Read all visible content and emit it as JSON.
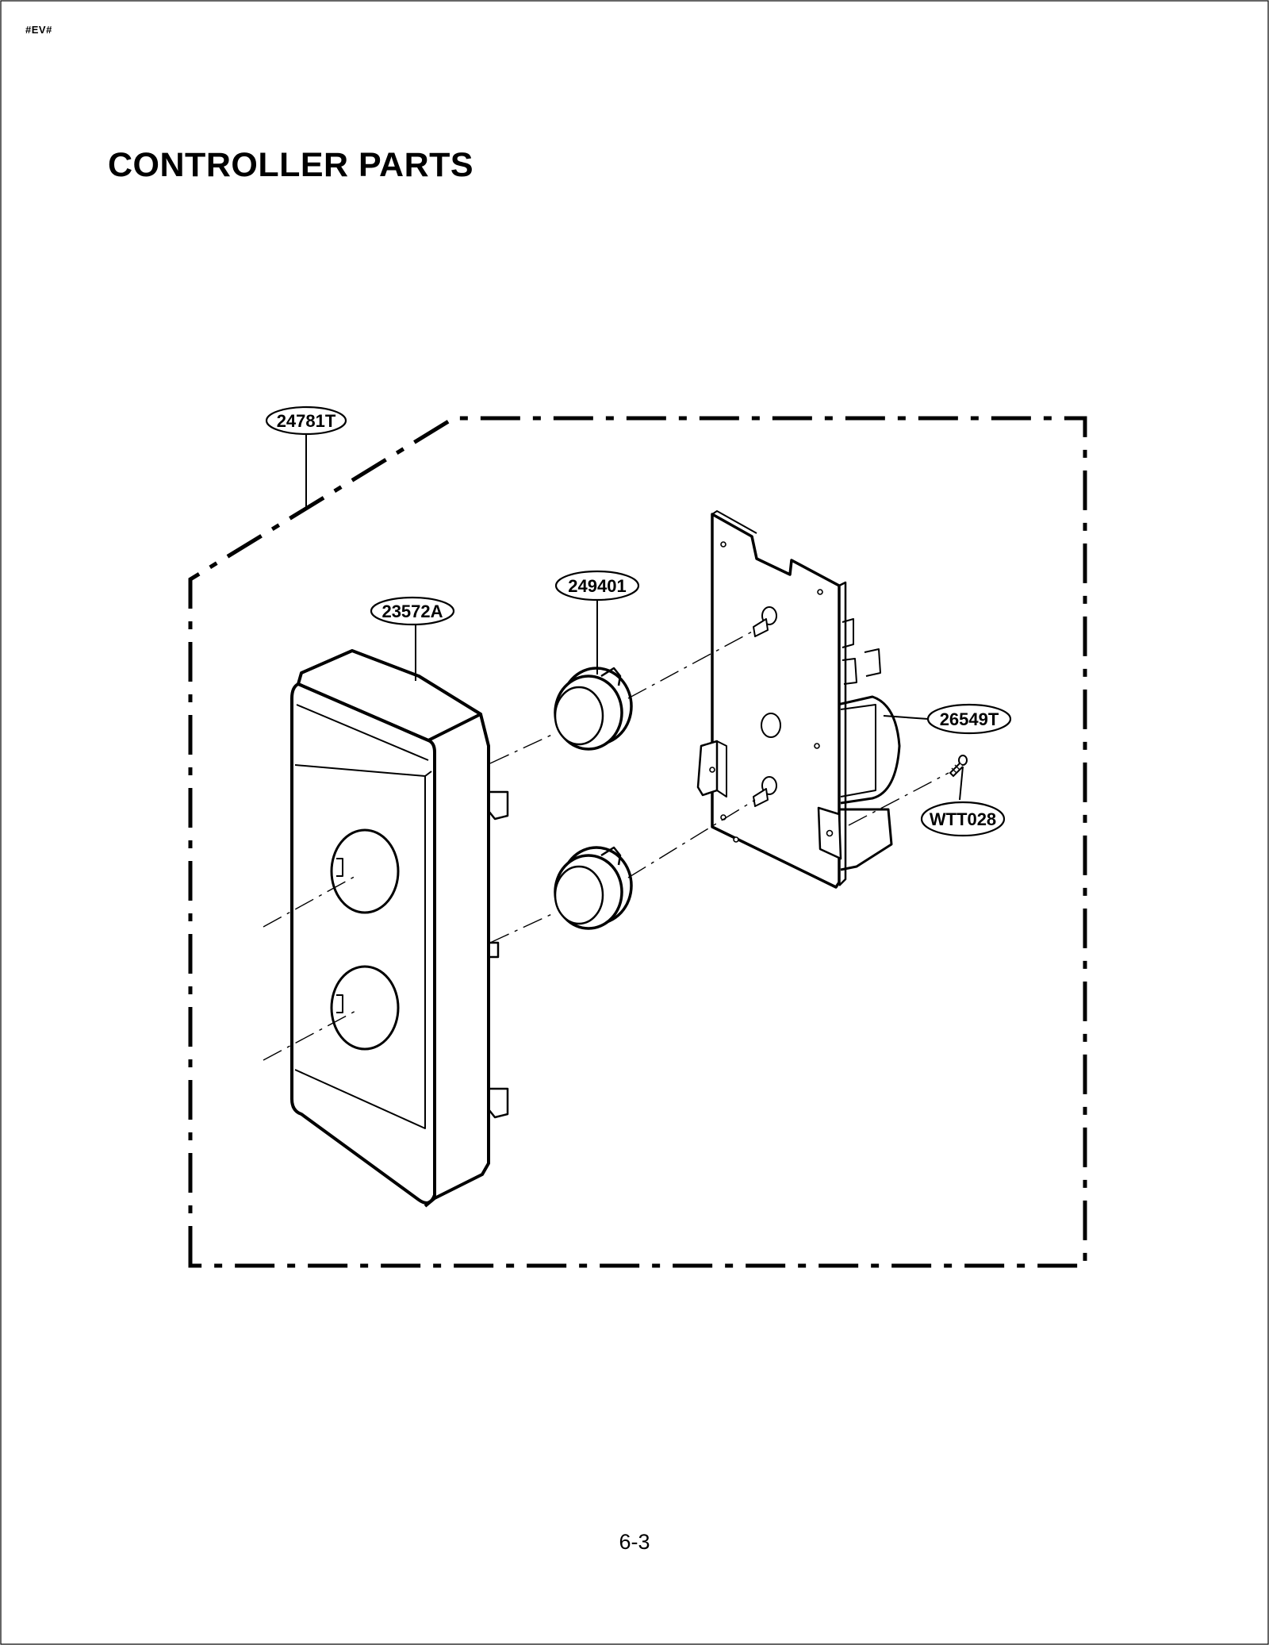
{
  "header": {
    "corner_mark": "#EV#",
    "title": "CONTROLLER PARTS"
  },
  "callouts": [
    {
      "id": "24781T",
      "label": "24781T"
    },
    {
      "id": "23572A",
      "label": "23572A"
    },
    {
      "id": "249401",
      "label": "249401"
    },
    {
      "id": "26549T",
      "label": "26549T"
    },
    {
      "id": "WTT028",
      "label": "WTT028"
    }
  ],
  "footer": {
    "page_number": "6-3"
  },
  "colors": {
    "ink": "#000000",
    "paper": "#ffffff"
  }
}
